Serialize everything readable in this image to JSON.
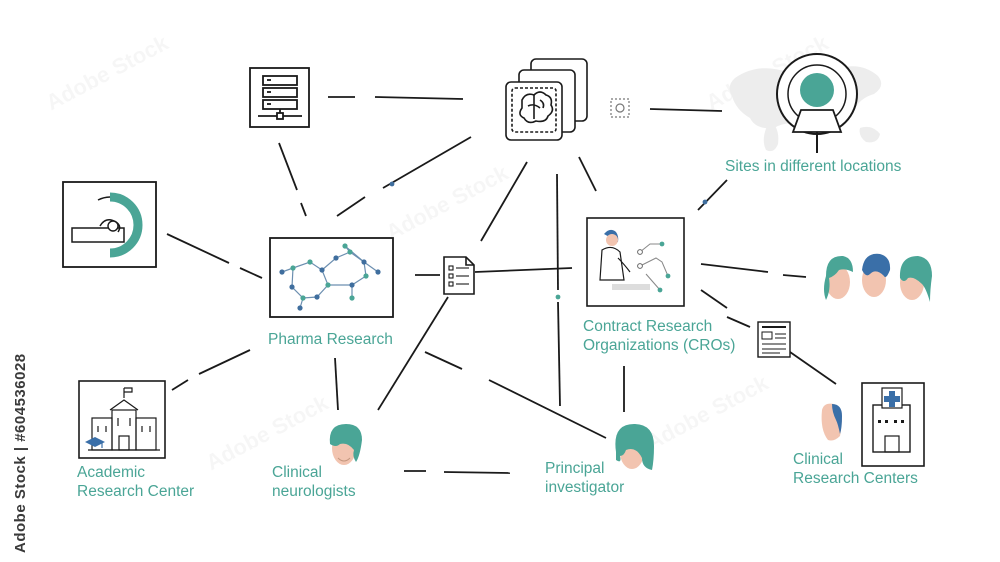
{
  "diagram": {
    "nodes": {
      "pharma": "Pharma Research",
      "cro": [
        "Contract Research",
        "Organizations (CROs)"
      ],
      "sites": "Sites in different locations",
      "academic": [
        "Academic",
        "Research Center"
      ],
      "neurologists": [
        "Clinical",
        "neurologists"
      ],
      "investigator": [
        "Principal",
        "investigator"
      ],
      "centers": [
        "Clinical",
        "Research Centers"
      ]
    },
    "icons": [
      "server-icon",
      "brain-scan-stack-icon",
      "mri-scanner-icon",
      "molecule-icon",
      "document-icon",
      "scientist-icon",
      "patients-icon",
      "form-icon",
      "hospital-icon",
      "university-icon",
      "doctor-icon",
      "world-map-icon"
    ]
  },
  "side_text": "Adobe Stock | #604536028",
  "watermark": "Adobe Stock",
  "colors": {
    "accent": "#4aa596",
    "line": "#1a1a1a",
    "dot": "#3f6e9e",
    "skin": "#f2c4b0",
    "hair_blue": "#3a6fa8"
  }
}
